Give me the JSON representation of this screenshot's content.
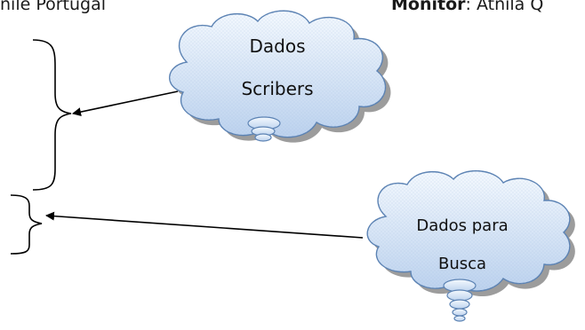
{
  "header": {
    "left_text": "nile Portugal",
    "right_label": "Monitor",
    "right_rest": ": Atnila Q"
  },
  "clouds": [
    {
      "line1": "Dados",
      "line2": "Scribers"
    },
    {
      "line1": "Dados para",
      "line2": "Busca"
    }
  ],
  "colors": {
    "cloud_fill_top": "#f4f9fe",
    "cloud_fill_bottom": "#bcd2ee",
    "cloud_stroke": "#5b82b3",
    "cloud_shadow": "#4a4a4a",
    "line": "#000000"
  }
}
